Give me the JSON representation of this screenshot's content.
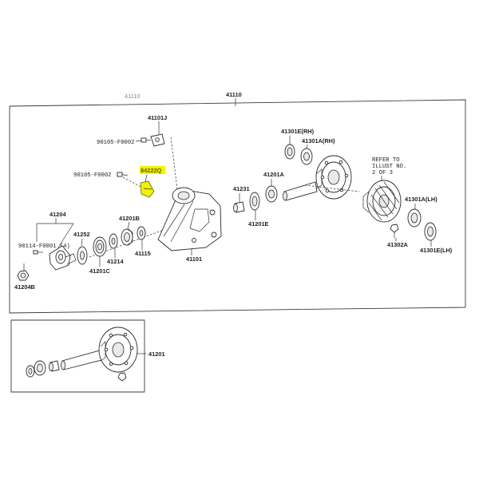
{
  "header": {
    "ref_left": "41110",
    "ref_right": "41110"
  },
  "labels": {
    "p41101j": "41101J",
    "p90105_top": "90105-F0002",
    "p84222q": "84222Q",
    "p90105_mid": "90105-F0002",
    "p41204": "41204",
    "p90114": "90114-F0001 (4)",
    "p41252": "41252",
    "p41201b": "41201B",
    "p41214": "41214",
    "p41115": "41115",
    "p41101": "41101",
    "p41201c": "41201C",
    "p41204b": "41204B",
    "p41231": "41231",
    "p41201e": "41201E",
    "p41201a": "41201A",
    "p41301e_rh": "41301E(RH)",
    "p41301a_rh": "41301A(RH)",
    "refer_1": "REFER TO",
    "refer_2": "ILLUST NO.",
    "refer_3": "2 OF 3",
    "p41301a_lh": "41301A(LH)",
    "p41302a": "41302A",
    "p41301e_lh": "41301E(LH)",
    "p41201": "41201"
  },
  "colors": {
    "highlight": "#f2f200",
    "highlight_text": "#5a6a00",
    "line": "#333333"
  }
}
